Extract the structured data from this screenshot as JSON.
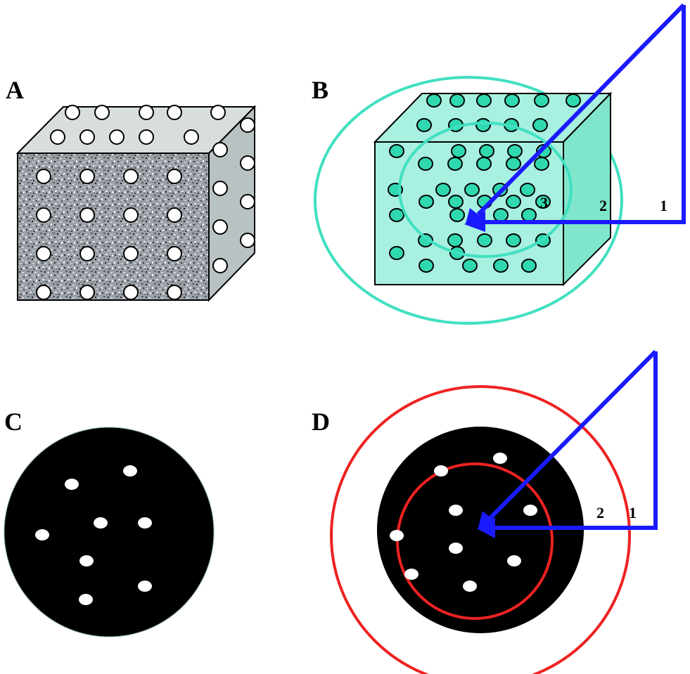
{
  "panels": {
    "a": {
      "letter": "A"
    },
    "b": {
      "letter": "B",
      "labels": [
        "3",
        "2",
        "1"
      ]
    },
    "c": {
      "letter": "C"
    },
    "d": {
      "letter": "D",
      "labels": [
        "2",
        "1"
      ]
    }
  },
  "colors": {
    "cyan_ring": "#40e0c0",
    "teal_fill": "#a8f0e0",
    "teal_dot": "#30d8b0",
    "blue_arrow": "#1a1aff",
    "red_ring": "#ee2222",
    "black_disc": "#000000",
    "gray_side": "#b9c2c2",
    "gray_top": "#d8dede"
  }
}
